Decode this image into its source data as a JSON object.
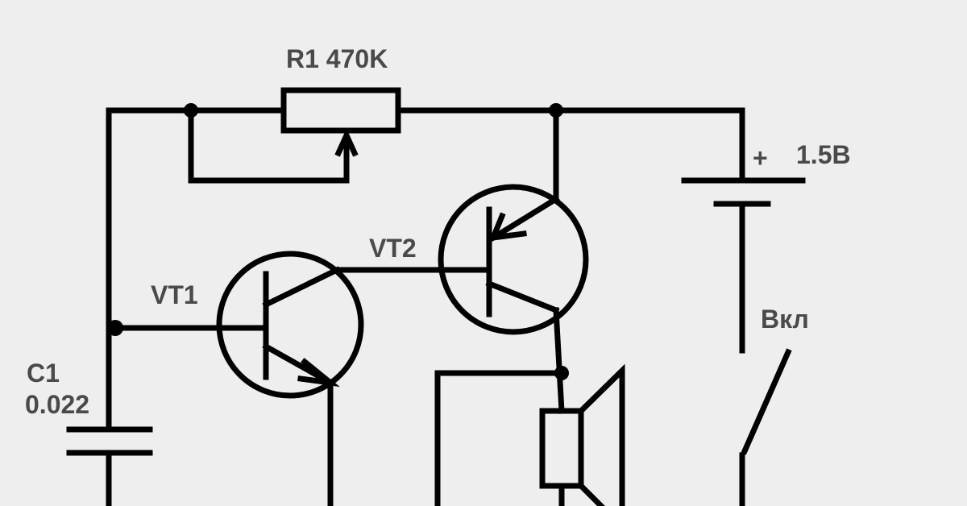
{
  "labels": {
    "r1": "R1 470K",
    "vt1": "VT1",
    "vt2": "VT2",
    "c1_name": "C1",
    "c1_value": "0.022",
    "battery_plus": "+",
    "battery_voltage": "1.5В",
    "switch": "Вкл"
  },
  "colors": {
    "background": "#eeeeee",
    "wire": "#000000",
    "text": "#4a4a4a"
  }
}
